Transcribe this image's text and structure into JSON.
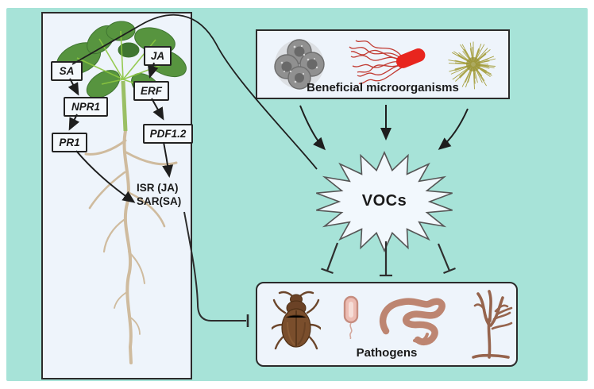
{
  "figure": {
    "description": "Plant defense signaling diagram: beneficial microorganisms produce VOCs that suppress pathogens and prime plant ISR/SAR pathways"
  },
  "colors": {
    "background": "#a7e3d8",
    "panel_fill": "#eef4fb",
    "border": "#262626",
    "line": "#1e1e1e",
    "bacterium_red": "#e8251e",
    "actinomycete_olive": "#a8a245",
    "beetle_brown": "#7a4e2c",
    "nematode_pink": "#bd8571",
    "root_tan": "#cfbb9e",
    "leaf_green": "#57943f"
  },
  "plant_panel": {
    "genes": {
      "sa": "SA",
      "npr1": "NPR1",
      "pr1": "PR1",
      "ja": "JA",
      "erf": "ERF",
      "pdf12": "PDF1.2"
    },
    "pathways": {
      "line1": "ISR (JA)",
      "line2": "SAR(SA)"
    }
  },
  "beneficial": {
    "label": "Beneficial microorganisms",
    "icons": [
      "microbial-cell-cluster-icon",
      "flagellated-bacterium-icon",
      "filamentous-actinomycete-icon"
    ]
  },
  "vocs": {
    "label": "VOCs"
  },
  "pathogens": {
    "label": "Pathogens",
    "icons": [
      "beetle-icon",
      "bacterium-icon",
      "nematode-icon",
      "fungal-hyphae-icon"
    ]
  }
}
